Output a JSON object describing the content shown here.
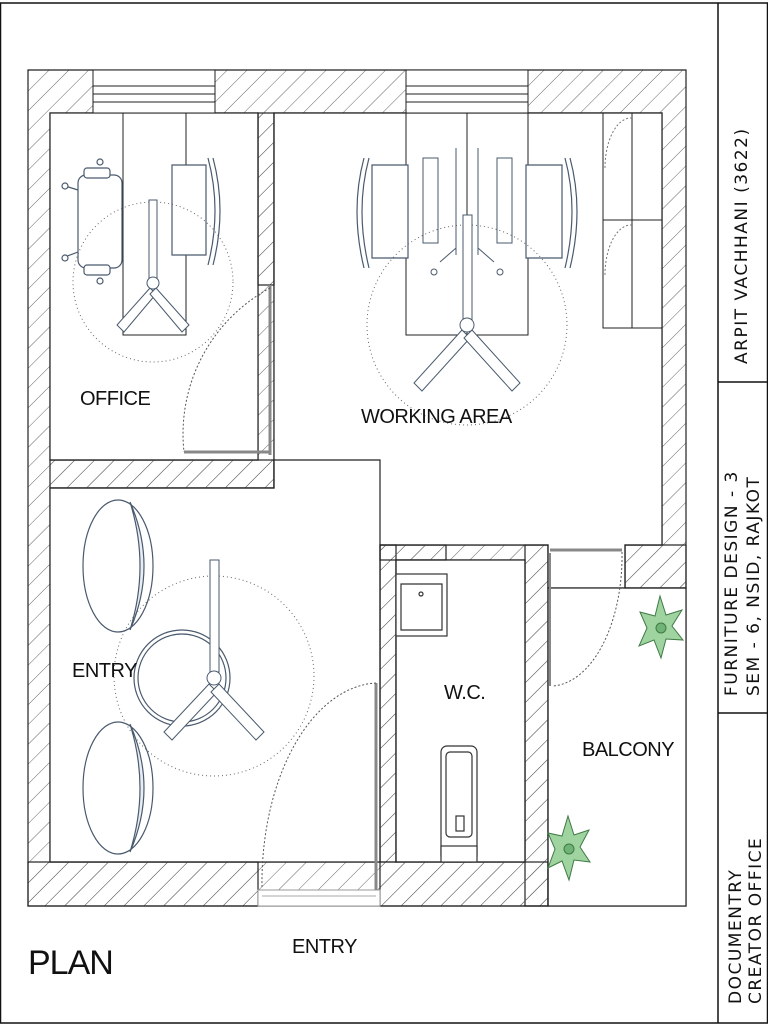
{
  "plan": {
    "title": "PLAN",
    "rooms": {
      "office": "OFFICE",
      "working_area": "WORKING AREA",
      "entry_inner": "ENTRY",
      "wc": "W.C.",
      "balcony": "BALCONY",
      "entry_outer": "ENTRY"
    }
  },
  "title_block": {
    "author": "ARPIT VACHHANI (3622)",
    "course_line1": "FURNITURE DESIGN - 3",
    "course_line2": "SEM - 6, NSID, RAJKOT",
    "project_line1": "DOCUMENTRY",
    "project_line2": "CREATOR OFFICE"
  },
  "colors": {
    "ink": "#111111",
    "furniture": "#5a6f85",
    "plant_fill": "#9fd3a0",
    "plant_stroke": "#3f7a45",
    "hatch": "#666666"
  }
}
